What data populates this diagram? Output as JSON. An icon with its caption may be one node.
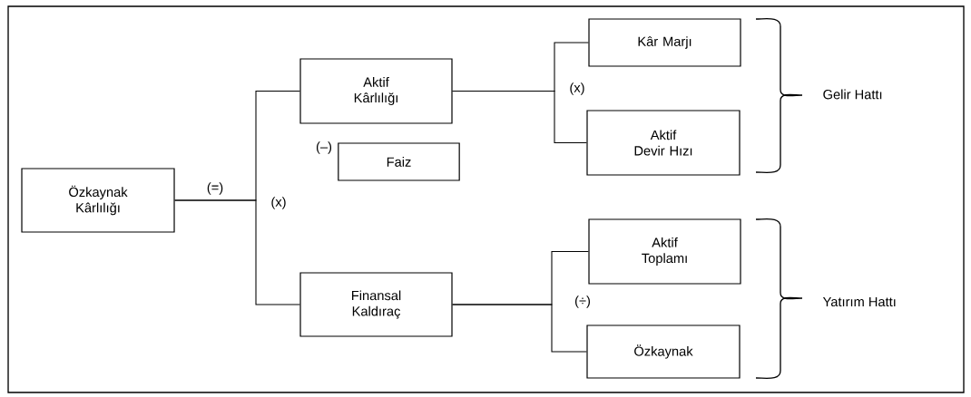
{
  "diagram": {
    "nodes": [
      {
        "text": [
          "Özkaynak Kârlılığı"
        ]
      },
      {
        "text": [
          "Aktif Kârlılığı"
        ]
      },
      {
        "text": [
          "Faiz"
        ]
      },
      {
        "text": [
          "Finansal Kaldıraç"
        ]
      },
      {
        "text": [
          "Kâr Marjı"
        ]
      },
      {
        "text": [
          "Aktif Devir Hızı"
        ]
      },
      {
        "text": [
          "Aktif Toplamı"
        ]
      },
      {
        "text": [
          "Özkaynak"
        ]
      }
    ],
    "edges": [
      {
        "from": 0,
        "to": 1,
        "arrow": "none"
      },
      {
        "from": 0,
        "to": 3,
        "arrow": "none"
      },
      {
        "from": 1,
        "to": 4,
        "arrow": "none"
      },
      {
        "from": 1,
        "to": 5,
        "arrow": "none"
      },
      {
        "from": 3,
        "to": 6,
        "arrow": "none"
      },
      {
        "from": 3,
        "to": 7,
        "arrow": "none"
      }
    ],
    "labels": [
      "(=)",
      "(x)",
      "(–)",
      "(x)",
      "(÷)",
      "Gelir Hattı",
      "Yatırım Hattı"
    ]
  }
}
